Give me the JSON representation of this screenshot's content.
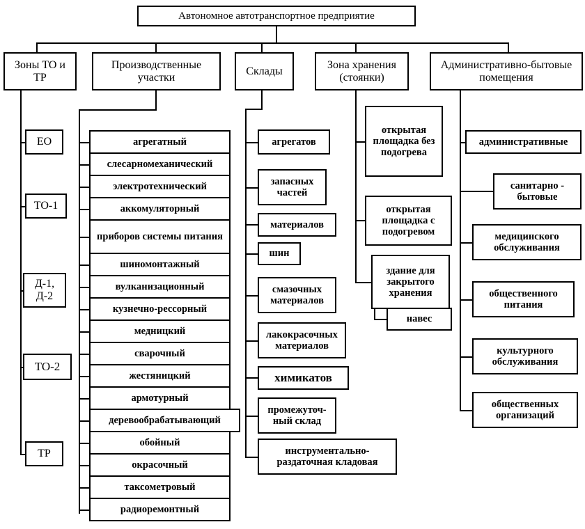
{
  "diagram": {
    "title": "Автономное автотранспортное предприятие",
    "language": "ru",
    "type": "organizational-tree"
  },
  "root": {
    "label": "Автономное автотранспортное предприятие"
  },
  "branches": [
    {
      "id": "zones",
      "label": "Зоны ТО и ТР",
      "children": [
        {
          "label": "ЕО"
        },
        {
          "label": "ТО-1"
        },
        {
          "label": "Д-1, Д-2"
        },
        {
          "label": "ТО-2"
        },
        {
          "label": "ТР"
        }
      ]
    },
    {
      "id": "production",
      "label": "Производственные участки",
      "children": [
        {
          "label": "агрегатный"
        },
        {
          "label": "слесарномеханический"
        },
        {
          "label": "электротехнический"
        },
        {
          "label": "аккомуляторный"
        },
        {
          "label": "приборов системы питания"
        },
        {
          "label": "шиномонтажный"
        },
        {
          "label": "вулканизационный"
        },
        {
          "label": "кузнечно-рессорный"
        },
        {
          "label": "медницкий"
        },
        {
          "label": "сварочный"
        },
        {
          "label": "жестяницкий"
        },
        {
          "label": "армотурный"
        },
        {
          "label": "деревообрабатывающий"
        },
        {
          "label": "обойный"
        },
        {
          "label": "окрасочный"
        },
        {
          "label": "таксометровый"
        },
        {
          "label": "радиоремонтный"
        }
      ]
    },
    {
      "id": "warehouses",
      "label": "Склады",
      "children": [
        {
          "label": "агрегатов"
        },
        {
          "label": "запасных частей"
        },
        {
          "label": "материалов"
        },
        {
          "label": "шин"
        },
        {
          "label": "смазочных материалов"
        },
        {
          "label": "лакокрасочных материалов"
        },
        {
          "label": "химикатов"
        },
        {
          "label": "промежуточ-ный склад"
        },
        {
          "label": "инструментально-раздаточная кладовая"
        }
      ]
    },
    {
      "id": "storage",
      "label": "Зона хранения (стоянки)",
      "children": [
        {
          "label": "открытая площадка без подогрева"
        },
        {
          "label": "открытая площадка с подогревом"
        },
        {
          "label": "здание для закрытого хранения",
          "children": [
            {
              "label": "навес"
            }
          ]
        }
      ]
    },
    {
      "id": "admin",
      "label": "Административно-бытовые помещения",
      "children": [
        {
          "label": "административные"
        },
        {
          "label": "санитарно - бытовые"
        },
        {
          "label": "медицинского обслуживания"
        },
        {
          "label": "общественного питания"
        },
        {
          "label": "культурного обслуживания"
        },
        {
          "label": "общественных организаций"
        }
      ]
    }
  ],
  "colors": {
    "line": "#000000",
    "box_fill": "#ffffff",
    "text": "#000000"
  }
}
